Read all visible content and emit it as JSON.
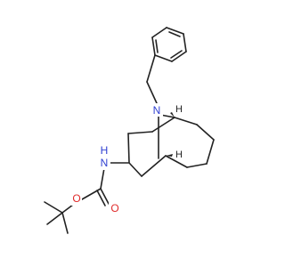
{
  "molecule": {
    "atoms": {
      "bridge_nitrogen": "N",
      "amine_nitrogen": "N",
      "amine_hydrogen": "H",
      "ester_oxygen": "O",
      "carbonyl_oxygen": "O",
      "stereo_h_top": "H",
      "stereo_h_bottom": "H"
    },
    "colors": {
      "bond": "#222222",
      "nitrogen": "#2f3fd1",
      "oxygen": "#e02b2b",
      "hydrogen": "#222222",
      "background": "#ffffff"
    }
  }
}
